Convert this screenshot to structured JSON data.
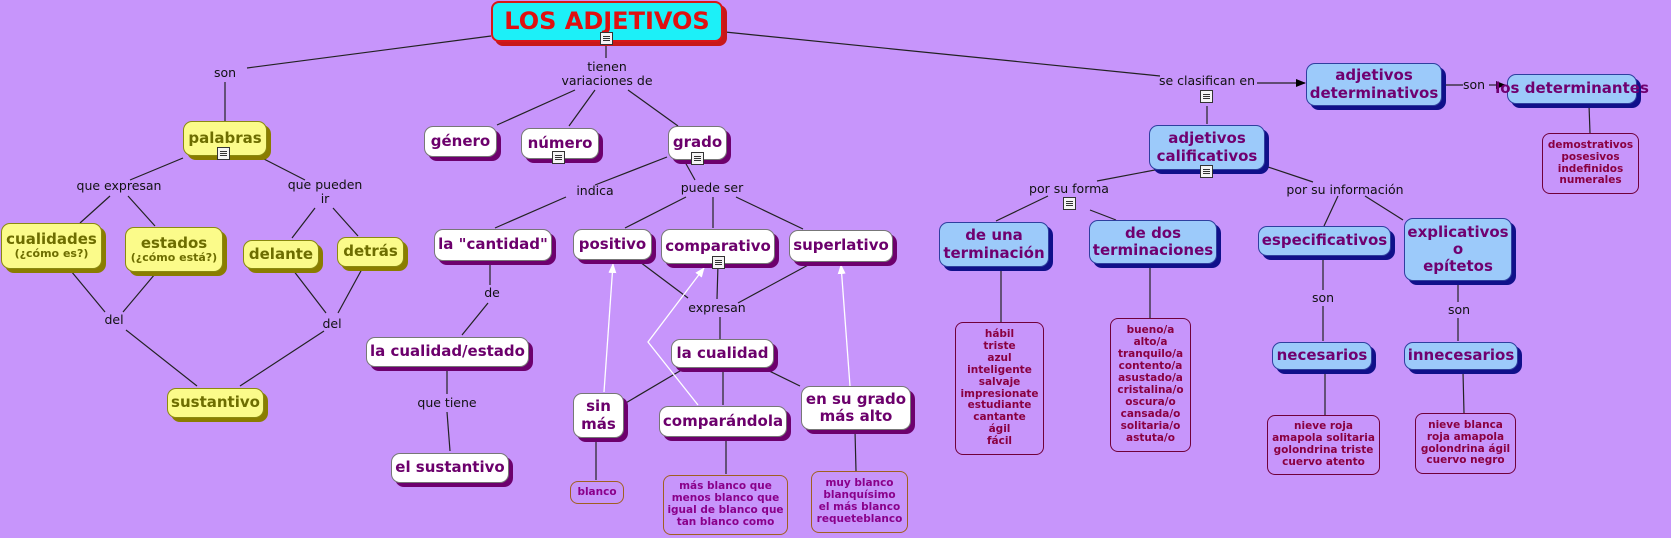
{
  "title": "LOS ADJETIVOS",
  "concepts": {
    "palabras": "palabras",
    "cualidades": "cualidades",
    "cualidades_sub": "(¿cómo es?)",
    "estados": "estados",
    "estados_sub": "(¿cómo está?)",
    "delante": "delante",
    "detras": "detrás",
    "sustantivo": "sustantivo",
    "genero": "género",
    "numero": "número",
    "grado": "grado",
    "cantidad": "la \"cantidad\"",
    "cualidad_estado": "la cualidad/estado",
    "el_sustantivo": "el sustantivo",
    "positivo": "positivo",
    "comparativo": "comparativo",
    "superlativo": "superlativo",
    "la_cualidad": "la cualidad",
    "sin_mas_1": "sin",
    "sin_mas_2": "más",
    "comparandola": "comparándola",
    "grado_alto_1": "en su grado",
    "grado_alto_2": "más alto",
    "determinativos_1": "adjetivos",
    "determinativos_2": "determinativos",
    "determinantes": "los determinantes",
    "calificativos_1": "adjetivos",
    "calificativos_2": "calificativos",
    "una_term_1": "de una",
    "una_term_2": "terminación",
    "dos_term_1": "de dos",
    "dos_term_2": "terminaciones",
    "especificativos": "especificativos",
    "explicativos_1": "explicativos",
    "explicativos_2": "o",
    "explicativos_3": "epítetos",
    "necesarios": "necesarios",
    "innecesarios": "innecesarios"
  },
  "links": {
    "son": "son",
    "tienen_1": "tienen",
    "tienen_2": "variaciones de",
    "se_clasifican": "se clasifican en",
    "son_det": "son",
    "que_expresan": "que expresan",
    "que_pueden_1": "que pueden",
    "que_pueden_2": "ir",
    "del_left": "del",
    "del_right": "del",
    "indica": "indica",
    "puede_ser": "puede ser",
    "de": "de",
    "que_tiene": "que tiene",
    "expresan": "expresan",
    "por_forma": "por su forma",
    "por_informacion": "por su información",
    "son_nec": "son",
    "son_innec": "son"
  },
  "examples": {
    "determinantes": [
      "demostrativos",
      "posesivos",
      "indefinidos",
      "numerales"
    ],
    "una_terminacion": [
      "hábil",
      "triste",
      "azul",
      "inteligente",
      "salvaje",
      "impresionate",
      "estudiante",
      "cantante",
      "ágil",
      "fácil"
    ],
    "dos_terminaciones": [
      "bueno/a",
      "alto/a",
      "tranquilo/a",
      "contento/a",
      "asustado/a",
      "cristalina/o",
      "oscura/o",
      "cansada/o",
      "solitaria/o",
      "astuta/o"
    ],
    "necesarios": [
      "nieve roja",
      "amapola solitaria",
      "golondrina triste",
      "cuervo atento"
    ],
    "innecesarios": [
      "nieve blanca",
      "roja amapola",
      "golondrina ágil",
      "cuervo negro"
    ],
    "sin_mas": [
      "blanco"
    ],
    "comparandola": [
      "más blanco que",
      "menos blanco que",
      "igual de blanco que",
      "tan blanco como"
    ],
    "grado_alto": [
      "muy blanco",
      "blanquísimo",
      "el más blanco",
      "requeteblanco"
    ]
  },
  "colors": {
    "background": "#c795fb",
    "title_fill": "#1cf0f8",
    "title_text": "#e01010",
    "yellow_fill": "#fbfb8a",
    "white_fill": "#ffffff",
    "blue_fill": "#9ccafa",
    "text_purple": "#6c006c",
    "example_text": "#8a0040"
  },
  "icons": [
    "document-icon"
  ]
}
